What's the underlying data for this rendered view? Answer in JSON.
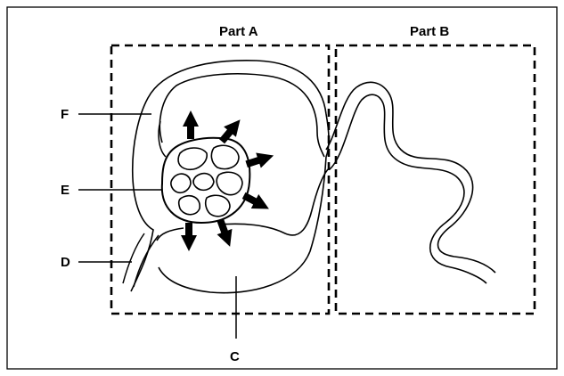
{
  "diagram": {
    "part_a": "Part A",
    "part_b": "Part B",
    "labels": {
      "f": "F",
      "e": "E",
      "d": "D",
      "c": "C"
    }
  }
}
